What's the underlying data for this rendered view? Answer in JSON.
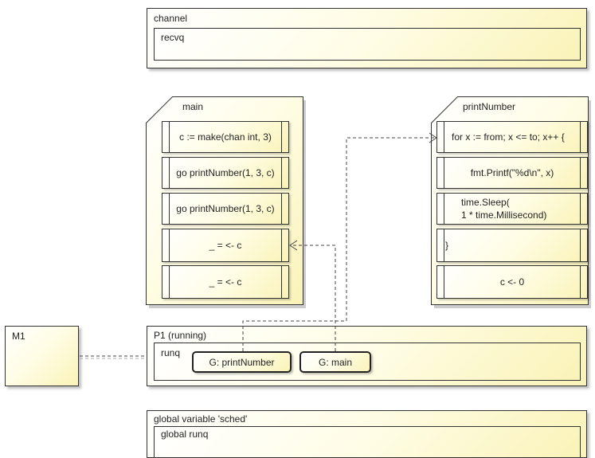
{
  "channel": {
    "title": "channel",
    "queue_label": "recvq"
  },
  "main": {
    "title": "main",
    "statements": [
      "c := make(chan int, 3)",
      "go printNumber(1, 3, c)",
      "go printNumber(1, 3, c)",
      "_ = <- c",
      "_ = <- c"
    ]
  },
  "printNumber": {
    "title": "printNumber",
    "statements": [
      "for x := from; x <= to; x++ {",
      "fmt.Printf(\"%d\\n\", x)",
      "time.Sleep(\n1 * time.Millisecond)",
      "}",
      "c <- 0"
    ]
  },
  "m1": {
    "title": "M1"
  },
  "p1": {
    "title": "P1 (running)",
    "queue_label": "runq",
    "goroutines": [
      "G: printNumber",
      "G: main"
    ]
  },
  "sched": {
    "title": "global variable 'sched'",
    "queue_label": "global runq"
  }
}
